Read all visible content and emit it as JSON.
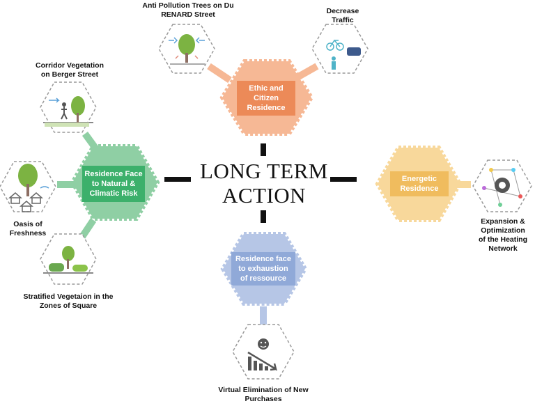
{
  "center": {
    "line1": "LONG TERM",
    "line2": "ACTION"
  },
  "colors": {
    "orange_hex": "#f6b895",
    "orange_box": "#ec8a58",
    "green_hex": "#8fcfa4",
    "green_box": "#3cb06b",
    "yellow_hex": "#f8d89b",
    "yellow_box": "#f0bc5e",
    "blue_hex": "#b6c6e6",
    "blue_box": "#90a9d8",
    "connector_dark": "#111111"
  },
  "themes": {
    "ethic": {
      "line1": "Ethic and",
      "line2": "Citizen",
      "line3": "Residence"
    },
    "natural": {
      "line1": "Residence Face",
      "line2": "to Natural &",
      "line3": "Climatic Risk"
    },
    "energetic": {
      "line1": "Energetic",
      "line2": "Residence"
    },
    "ressource": {
      "line1": "Residence face",
      "line2": "to exhaustion",
      "line3": "of ressource"
    }
  },
  "actions": {
    "anti_pollution": {
      "line1": "Anti Pollution Trees on Du",
      "line2": "RENARD Street",
      "icon": "tree-icon"
    },
    "traffic": {
      "line1": "Decrease",
      "line2": "Traffic",
      "icon": "bicycle-car-icon"
    },
    "corridor": {
      "line1": "Corridor Vegetation",
      "line2": "on Berger Street",
      "icon": "walking-person-tree-icon"
    },
    "oasis": {
      "line1": "Oasis of",
      "line2": "Freshness",
      "icon": "tree-houses-icon"
    },
    "stratified": {
      "line1": "Stratified Vegetaion in the",
      "line2": "Zones of Square",
      "icon": "shrubs-icon"
    },
    "heating": {
      "line1": "Expansion &",
      "line2": "Optimization",
      "line3": "of the Heating",
      "line4": "Network",
      "icon": "gear-network-icon"
    },
    "purchases": {
      "line1": "Virtual Elimination of New",
      "line2": "Purchases",
      "icon": "declining-chart-icon"
    }
  }
}
